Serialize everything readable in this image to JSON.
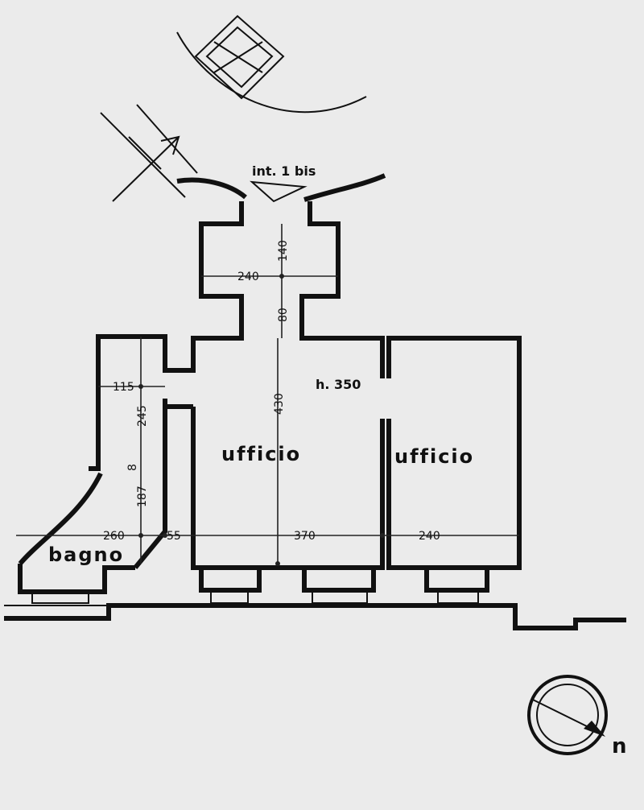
{
  "plan": {
    "unit_label": "int. 1 bis",
    "height_label": "h. 350",
    "rooms": {
      "office_left": "ufficio",
      "office_right": "ufficio",
      "bathroom": "bagno"
    },
    "dimensions": {
      "entry_width": "240",
      "entry_depth": "140",
      "passage_depth": "80",
      "office_depth": "430",
      "bath_width_top": "115",
      "bath_depth_top": "245",
      "bath_gap": "8",
      "bath_depth_bottom": "187",
      "bath_width_bottom": "260",
      "wall_gap": "55",
      "office_left_width": "370",
      "office_right_width": "240"
    },
    "north_label": "n"
  }
}
